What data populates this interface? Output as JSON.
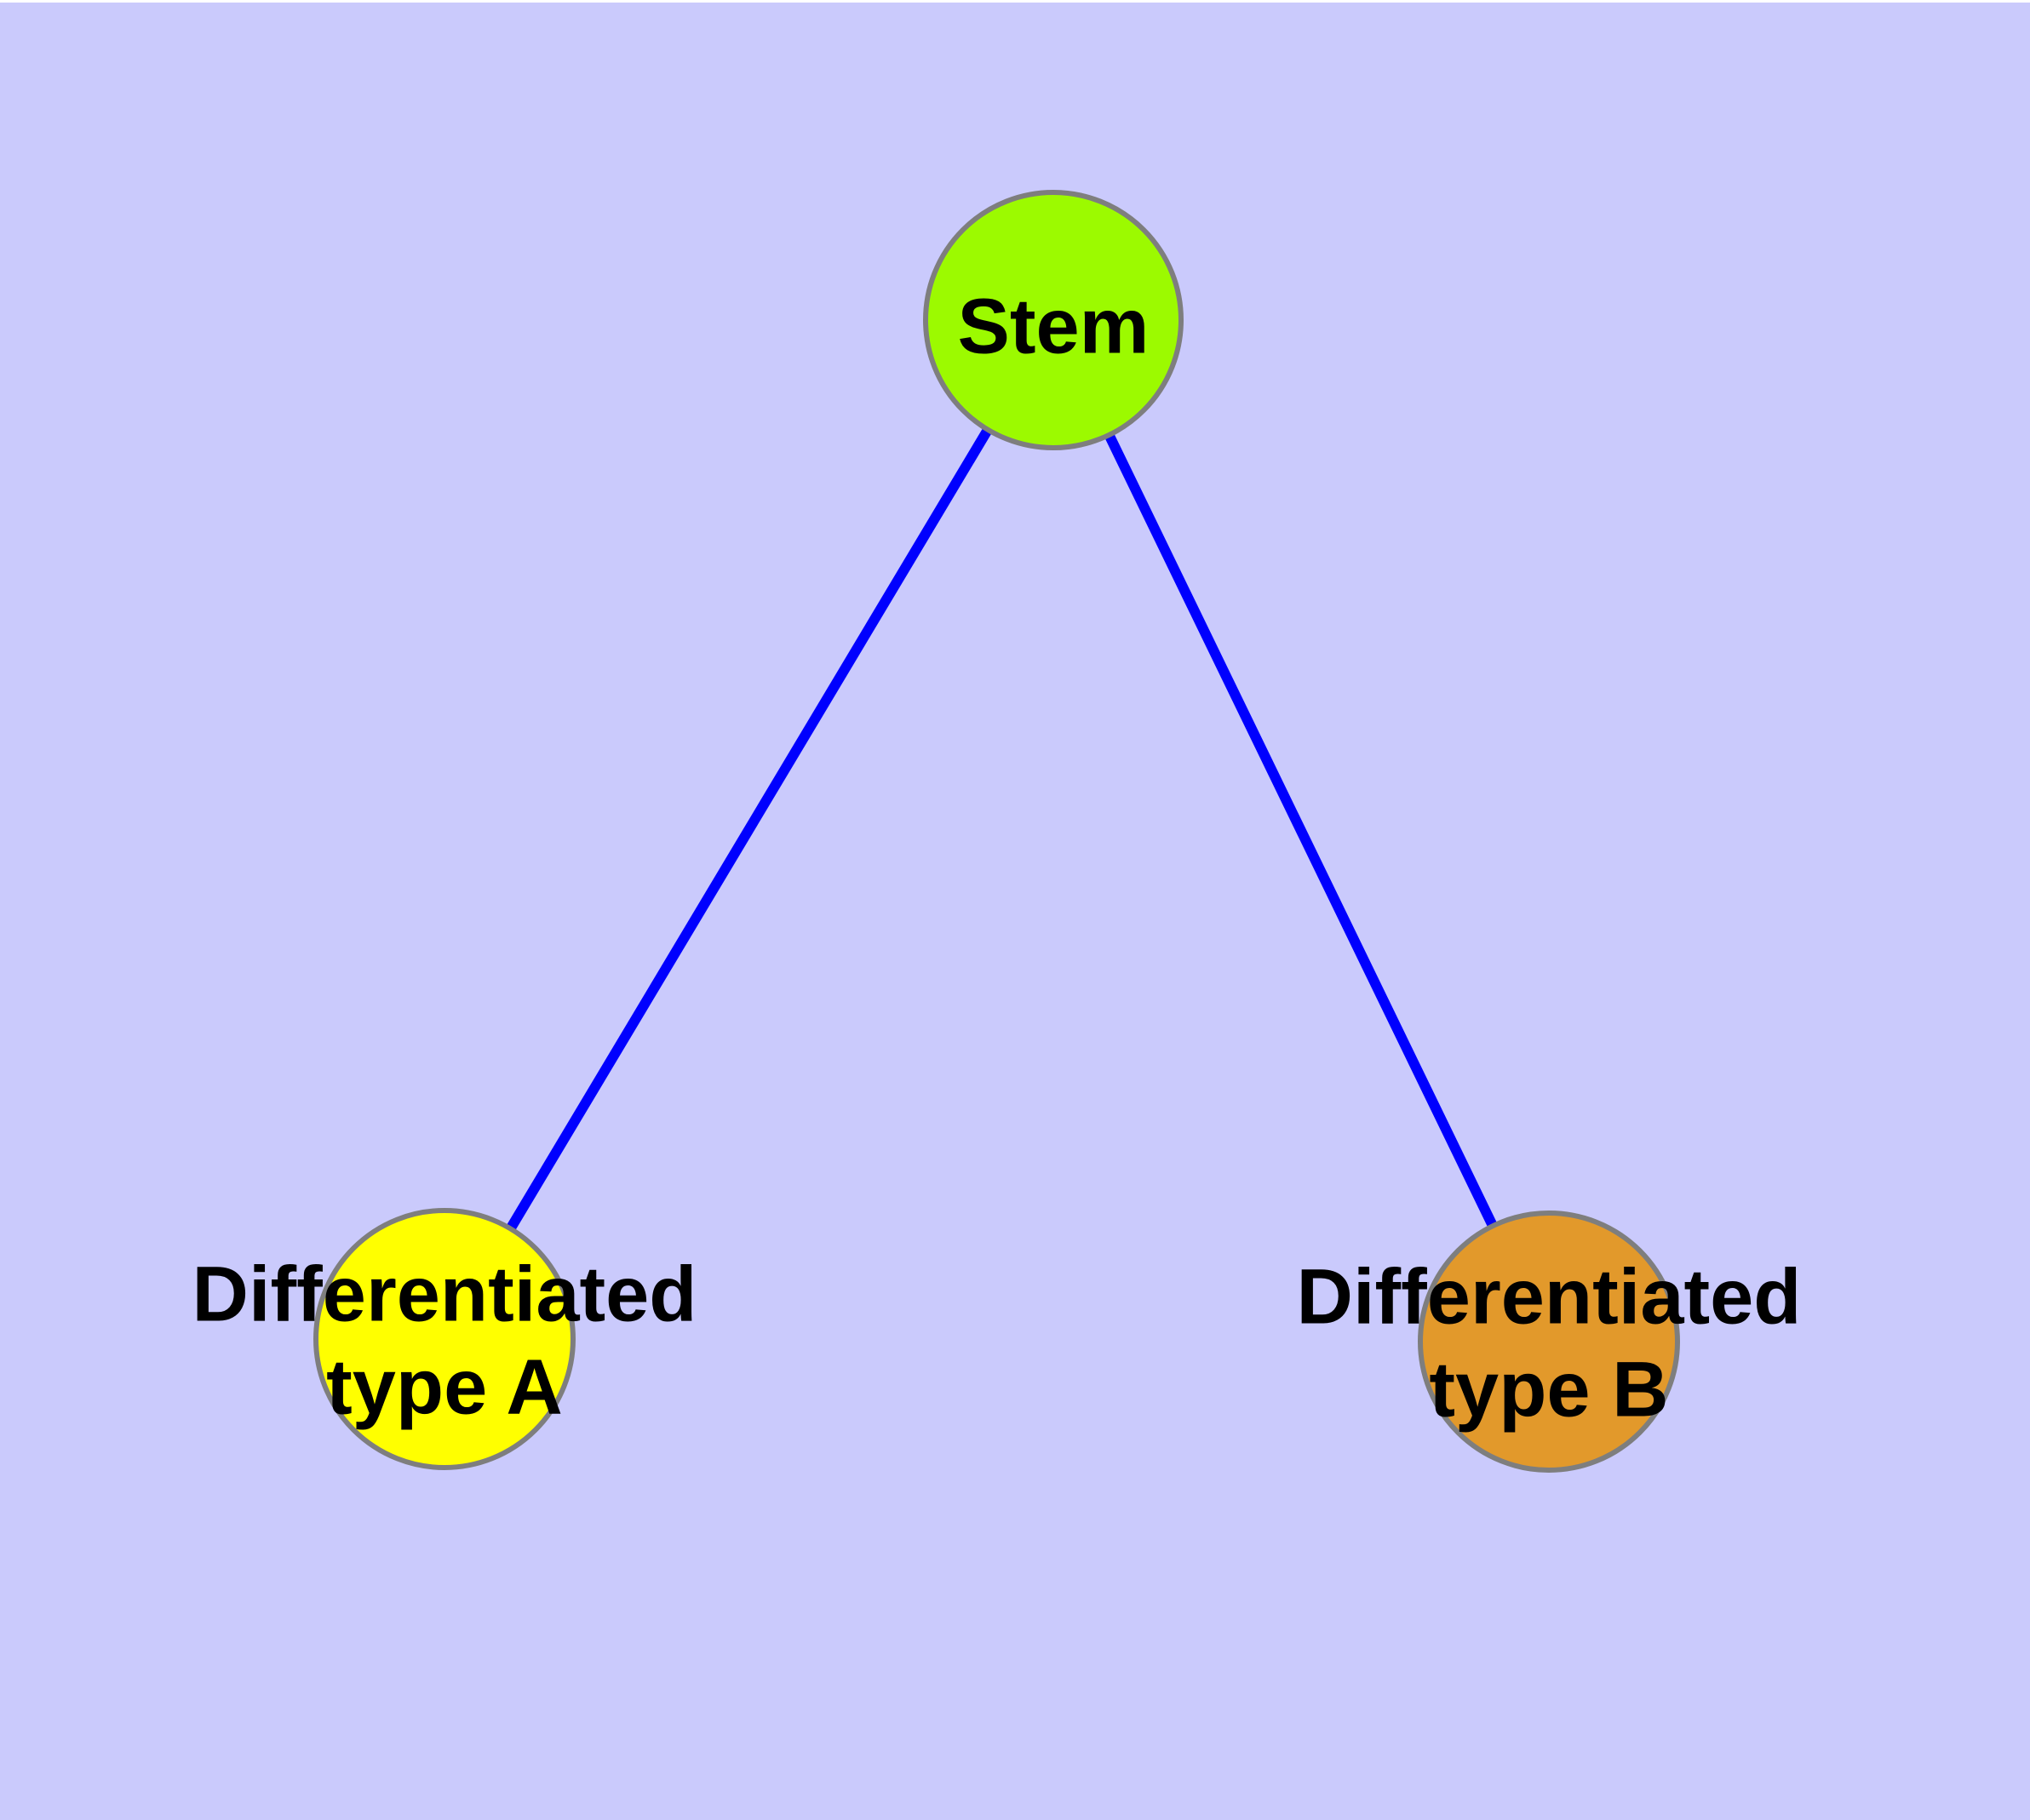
{
  "page": {
    "background_color": "#CACAFC",
    "top_margin_color": "#FFFFFF"
  },
  "diagram": {
    "type": "graph",
    "text_color": "#000000",
    "edge_color": "#0000FE",
    "node_border_color": "#7E7E7E",
    "nodes": [
      {
        "id": "stem",
        "label": "Stem",
        "fill": "#9CFA00"
      },
      {
        "id": "differentiated-type-a",
        "label": "Differentiated\ntype A",
        "fill": "#FFFF00"
      },
      {
        "id": "differentiated-type-b",
        "label": "Differentiated\ntype B",
        "fill": "#E2992B"
      }
    ],
    "edges": [
      {
        "from": "stem",
        "to": "differentiated-type-a"
      },
      {
        "from": "stem",
        "to": "differentiated-type-b"
      }
    ]
  }
}
